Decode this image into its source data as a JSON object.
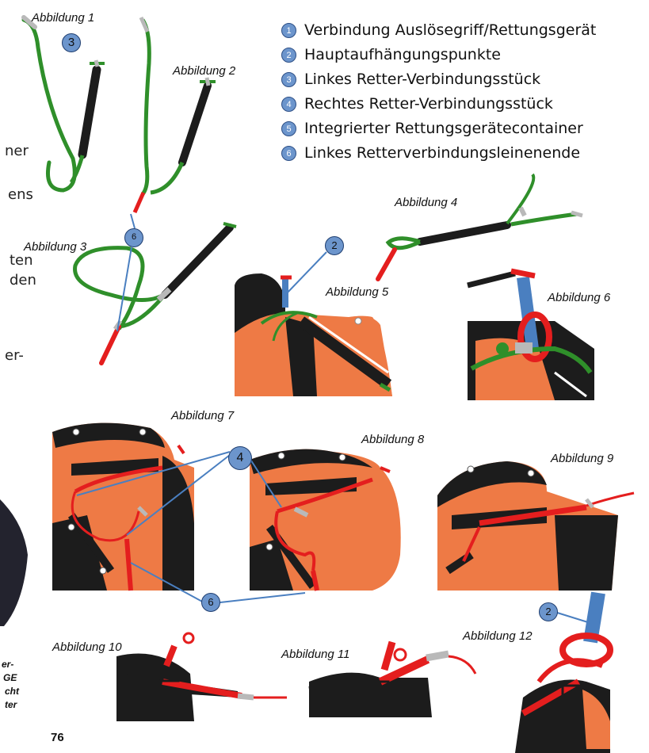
{
  "legend": [
    {
      "num": "1",
      "text": "Verbindung Auslösegriff/Rettungsgerät"
    },
    {
      "num": "2",
      "text": "Hauptaufhängungspunkte"
    },
    {
      "num": "3",
      "text": "Linkes Retter-Verbindungsstück"
    },
    {
      "num": "4",
      "text": "Rechtes Retter-Verbindungsstück"
    },
    {
      "num": "5",
      "text": "Integrierter Rettungsgerätecontainer"
    },
    {
      "num": "6",
      "text": "Linkes Retterverbindungsleinenende"
    }
  ],
  "figures": {
    "f1": "Abbildung 1",
    "f2": "Abbildung 2",
    "f3": "Abbildung 3",
    "f4": "Abbildung 4",
    "f5": "Abbildung 5",
    "f6": "Abbildung 6",
    "f7": "Abbildung 7",
    "f8": "Abbildung 8",
    "f9": "Abbildung 9",
    "f10": "Abbildung 10",
    "f11": "Abbildung 11",
    "f12": "Abbildung 12"
  },
  "callouts": {
    "c3": "3",
    "c6a": "6",
    "c2a": "2",
    "c4": "4",
    "c6b": "6",
    "c2b": "2"
  },
  "cut_text": {
    "t1": "ner",
    "t2": "ens",
    "t3": "ten",
    "t4": "den",
    "t5": "er-",
    "t6": "er-",
    "t7": "GE",
    "t8": "cht",
    "t9": "ter"
  },
  "page_number": "76",
  "colors": {
    "orange": "#ee7a45",
    "black": "#1c1c1c",
    "red": "#e41e1e",
    "green": "#2f8f2a",
    "blue": "#4a7fc0",
    "grey": "#b9b9b9",
    "callout": "#6c95cc"
  }
}
